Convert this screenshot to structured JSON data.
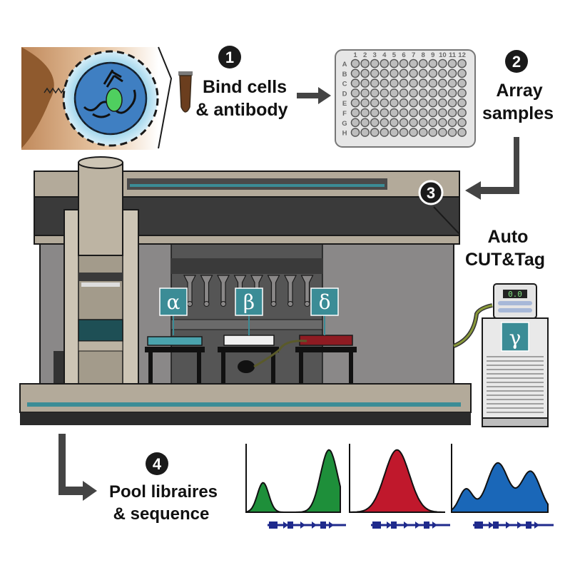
{
  "steps": [
    {
      "number": "1",
      "lines": [
        "Bind cells",
        "& antibody"
      ]
    },
    {
      "number": "2",
      "lines": [
        "Array",
        "samples"
      ]
    },
    {
      "number": "3",
      "lines": [
        "Auto",
        "CUT&Tag"
      ]
    },
    {
      "number": "4",
      "lines": [
        "Pool libraires",
        "& sequence"
      ]
    }
  ],
  "plate": {
    "columns": [
      "1",
      "2",
      "3",
      "4",
      "5",
      "6",
      "7",
      "8",
      "9",
      "10",
      "11",
      "12"
    ],
    "rows": [
      "A",
      "B",
      "C",
      "D",
      "E",
      "F",
      "G",
      "H"
    ]
  },
  "positions": {
    "alpha": "α",
    "beta": "β",
    "delta": "δ",
    "gamma": "γ"
  },
  "lcd": "0.0",
  "colors": {
    "teal": "#3b8c96",
    "green": "#1e8f3a",
    "red": "#c0182c",
    "blue": "#1a67b8",
    "gene_track": "#1f2a8c",
    "dark": "#2b2b2b"
  },
  "tracks": [
    {
      "color": "green",
      "peaks": [
        {
          "pos": 0.18,
          "height": 0.45,
          "width": 0.06
        },
        {
          "pos": 0.88,
          "height": 0.95,
          "width": 0.09
        }
      ]
    },
    {
      "color": "red",
      "peaks": [
        {
          "pos": 0.5,
          "height": 0.95,
          "width": 0.13
        }
      ]
    },
    {
      "color": "blue",
      "peaks": [
        {
          "pos": 0.15,
          "height": 0.35,
          "width": 0.07
        },
        {
          "pos": 0.48,
          "height": 0.75,
          "width": 0.11
        },
        {
          "pos": 0.82,
          "height": 0.62,
          "width": 0.1
        }
      ]
    }
  ]
}
